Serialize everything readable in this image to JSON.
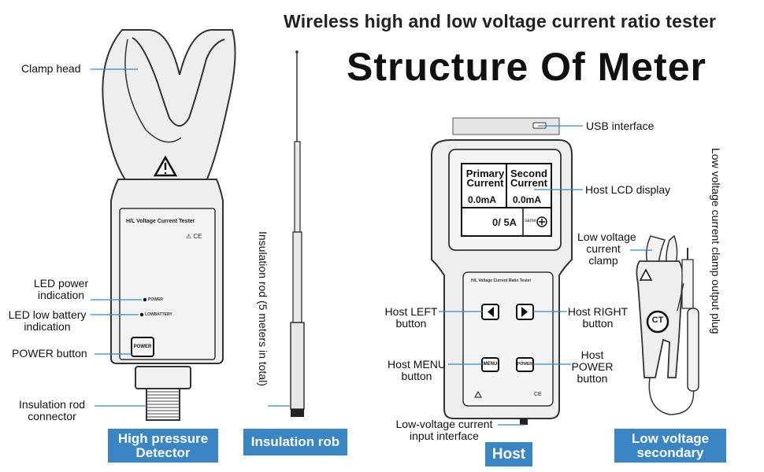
{
  "header": {
    "subtitle": "Wireless high and low  voltage current ratio tester",
    "title": "Structure Of Meter"
  },
  "detector": {
    "device_text": "H/L Voltage Current Tester",
    "led_power_text": "POWER",
    "led_battery_text": "LOWBATTERY",
    "power_button_text": "POWER",
    "ce_mark": "CE",
    "labels": {
      "clamp_head": "Clamp head",
      "led_power_1": "LED power",
      "led_power_2": "indication",
      "led_battery_1": "LED low battery",
      "led_battery_2": "indication",
      "power_button": "POWER button",
      "rod_connector_1": "Insulation rod",
      "rod_connector_2": "connector"
    },
    "badge_1": "High pressure",
    "badge_2": "Detector"
  },
  "rod": {
    "label": "Insulation rod (5 meters in total)",
    "badge": "Insulation rob"
  },
  "host": {
    "device_text": "H/L Voltage Current Ratio Tester",
    "ce_mark": "CE",
    "lcd": {
      "primary_1": "Primary",
      "primary_2": "Current",
      "second_1": "Second",
      "second_2": "Current",
      "primary_value": "0.0mA",
      "second_value": "0.0mA",
      "ratio": "0/ 5A",
      "same": "same"
    },
    "menu_button_text": "MENU",
    "power_button_text": "POWER",
    "labels": {
      "usb": "USB interface",
      "lcd": "Host LCD display",
      "left_1": "Host LEFT",
      "left_2": "button",
      "right_1": "Host RIGHT",
      "right_2": "button",
      "menu_1": "Host MENU",
      "menu_2": "button",
      "power_1": "Host",
      "power_2": "POWER",
      "power_3": "button",
      "input_1": "Low-voltage current",
      "input_2": "input interface"
    },
    "badge": "Host"
  },
  "secondary": {
    "ct_text": "CT",
    "labels": {
      "clamp_1": "Low voltage",
      "clamp_2": "current",
      "clamp_3": "clamp",
      "plug": "Low voltage current clamp output plug"
    },
    "badge_1": "Low voltage",
    "badge_2": "secondary"
  },
  "colors": {
    "badge": "#3a86c4",
    "outline": "#333333",
    "device_fill": "#eeeeee"
  }
}
